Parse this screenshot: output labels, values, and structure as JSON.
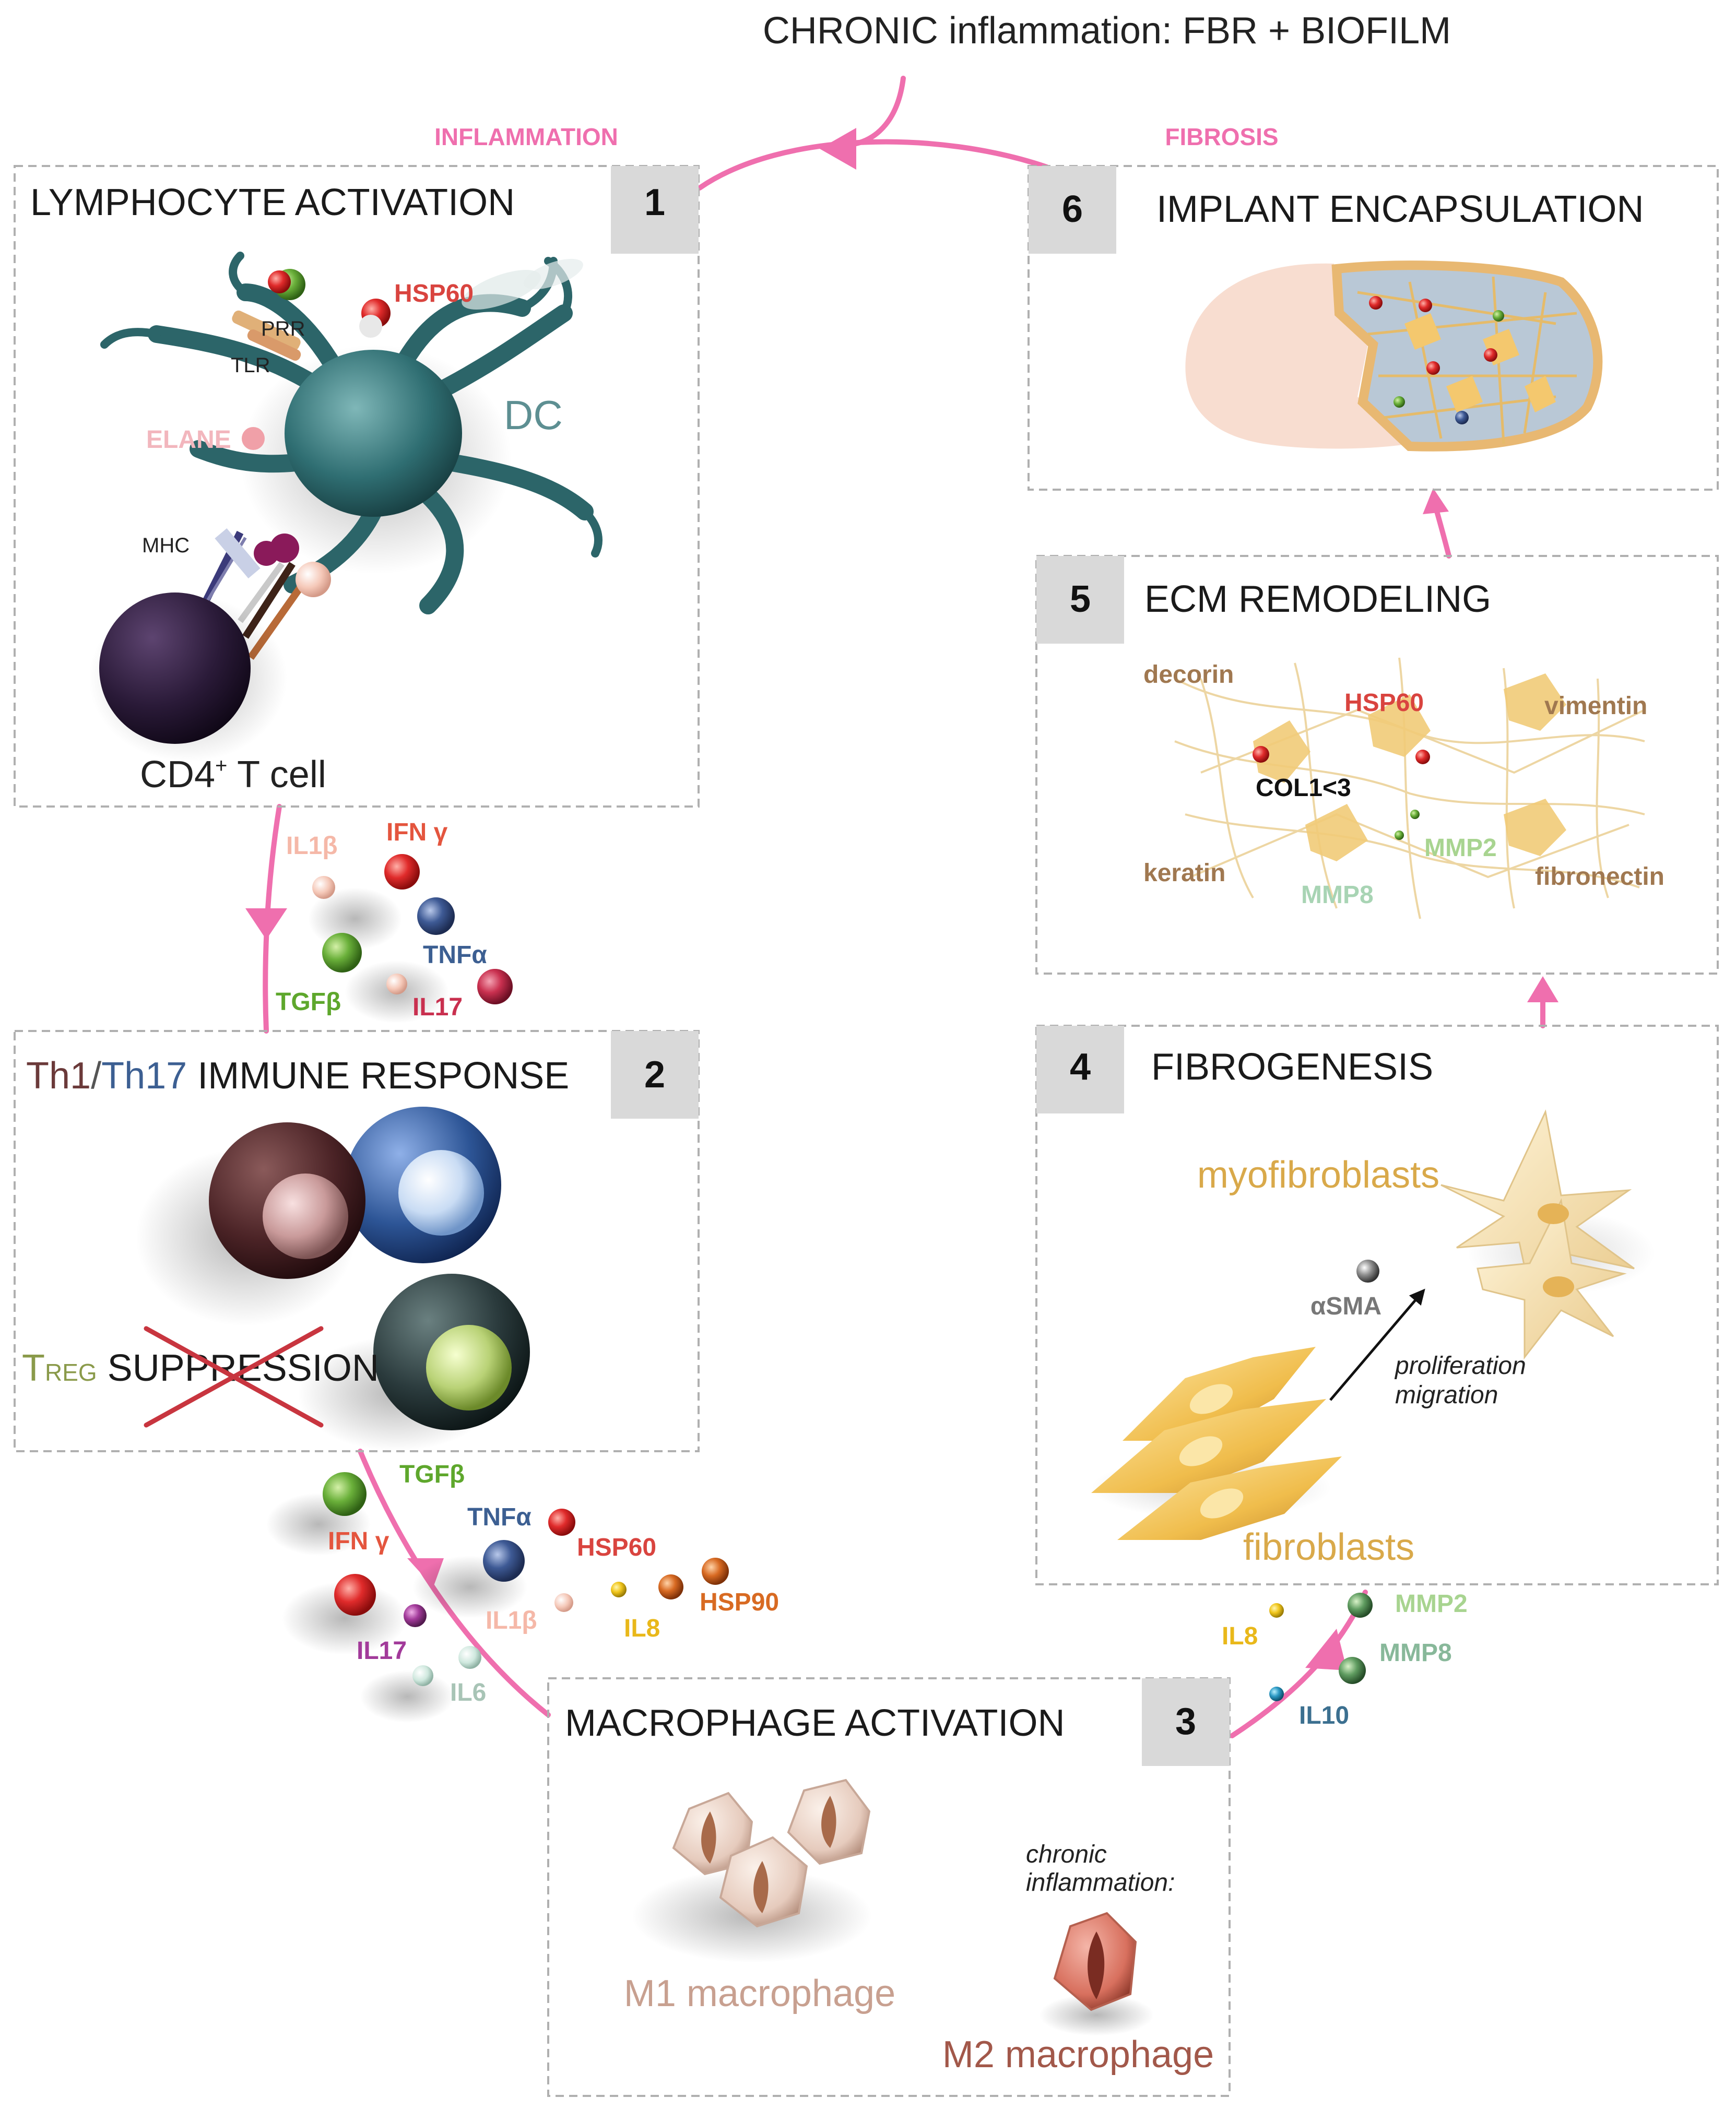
{
  "header": {
    "title": "CHRONIC inflammation: FBR + BIOFILM",
    "left_arc_label": "INFLAMMATION",
    "right_arc_label": "FIBROSIS"
  },
  "panels": {
    "p1": {
      "number": "1",
      "title": "LYMPHOCYTE ACTIVATION",
      "labels": {
        "hsp60": "HSP60",
        "prr": "PRR",
        "tlr": "TLR",
        "elane": "ELANE",
        "dc": "DC",
        "mhc": "MHC",
        "cd4": "CD4",
        "cd4_sup": "+",
        "tcell": " T cell"
      }
    },
    "p2": {
      "number": "2",
      "title_th1": "Th1",
      "title_slash": "/",
      "title_th17": "Th17",
      "title_rest": " IMMUNE RESPONSE",
      "treg_t": "T",
      "treg_sub": "REG",
      "treg_rest": " SUPPRESSION"
    },
    "p3": {
      "number": "3",
      "title": "MACROPHAGE ACTIVATION",
      "m1": "M1 macrophage",
      "chronic_1": "chronic",
      "chronic_2": "inflammation:",
      "m2": "M2 macrophage"
    },
    "p4": {
      "number": "4",
      "title": "FIBROGENESIS",
      "myofibroblasts": "myofibroblasts",
      "asma": "αSMA",
      "prolif_1": "proliferation",
      "prolif_2": "migration",
      "fibroblasts": "fibroblasts"
    },
    "p5": {
      "number": "5",
      "title": "ECM REMODELING",
      "decorin": "decorin",
      "hsp60": "HSP60",
      "vimentin": "vimentin",
      "col": "COL1<3",
      "mmp2": "MMP2",
      "keratin": "keratin",
      "mmp8": "MMP8",
      "fibronectin": "fibronectin"
    },
    "p6": {
      "number": "6",
      "title": "IMPLANT ENCAPSULATION"
    }
  },
  "cytokines_1_2": {
    "il1b": "IL1β",
    "ifng": "IFN γ",
    "tnfa": "TNFα",
    "tgfb": "TGFβ",
    "il17": "IL17"
  },
  "cytokines_2_3": {
    "tgfb": "TGFβ",
    "tnfa": "TNFα",
    "hsp60": "HSP60",
    "ifng": "IFN γ",
    "hsp90": "HSP90",
    "il1b": "IL1β",
    "il8": "IL8",
    "il17": "IL17",
    "il6": "IL6"
  },
  "cytokines_3_4": {
    "il8": "IL8",
    "mmp2": "MMP2",
    "mmp8": "MMP8",
    "il10": "IL10"
  },
  "colors": {
    "arrow": "#ef6fae",
    "panel_border": "#b0b0b0",
    "number_box": "#d9d9d9",
    "fibro_gold": "#d9a94a",
    "label_brown": "#a07850",
    "red": "#d9443f",
    "green": "#6aae3a",
    "blue": "#3c5f92"
  }
}
